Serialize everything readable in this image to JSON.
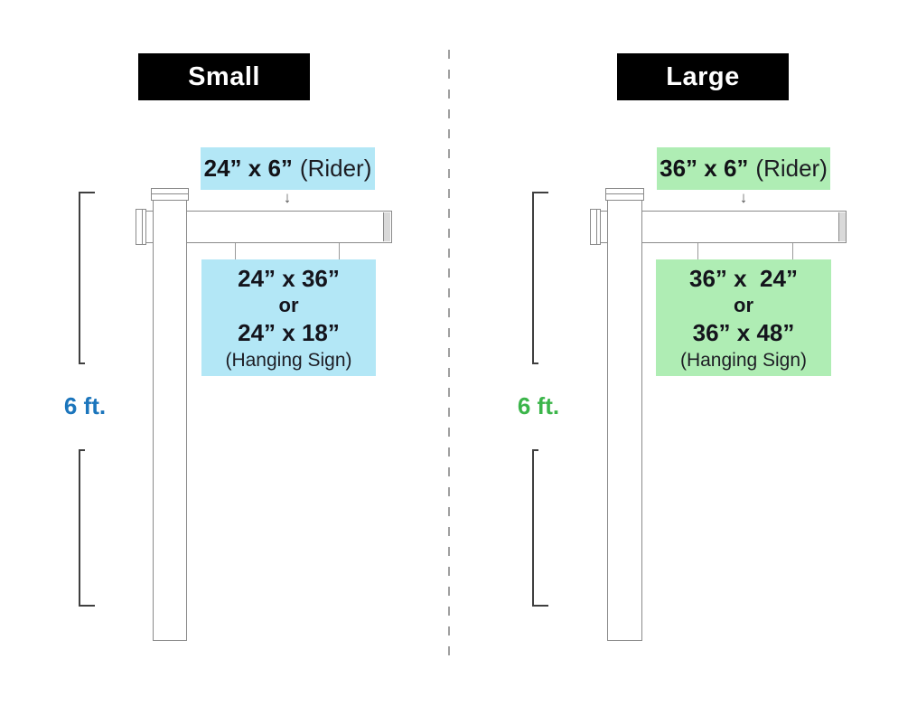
{
  "divider": {
    "color": "#9f9f9f",
    "style": "dashed"
  },
  "panels": [
    {
      "title": "Small",
      "header_bg": "#000000",
      "header_fg": "#ffffff",
      "box_fill": "#b3e7f6",
      "accent": "#1b75bc",
      "arrow_icon": "↓",
      "rider": {
        "dims": "24” x 6”",
        "suffix": "(Rider)"
      },
      "hanging_sign": {
        "option1": "24” x 36”",
        "conjunction": "or",
        "option2": "24” x 18”",
        "caption": "(Hanging Sign)"
      },
      "height_label": "6 ft."
    },
    {
      "title": "Large",
      "header_bg": "#000000",
      "header_fg": "#ffffff",
      "box_fill": "#afedb4",
      "accent": "#3bb54a",
      "arrow_icon": "↓",
      "rider": {
        "dims": "36” x 6”",
        "suffix": "(Rider)"
      },
      "hanging_sign": {
        "option1": "36” x  24”",
        "conjunction": "or",
        "option2": "36” x 48”",
        "caption": "(Hanging Sign)"
      },
      "height_label": "6 ft."
    }
  ]
}
